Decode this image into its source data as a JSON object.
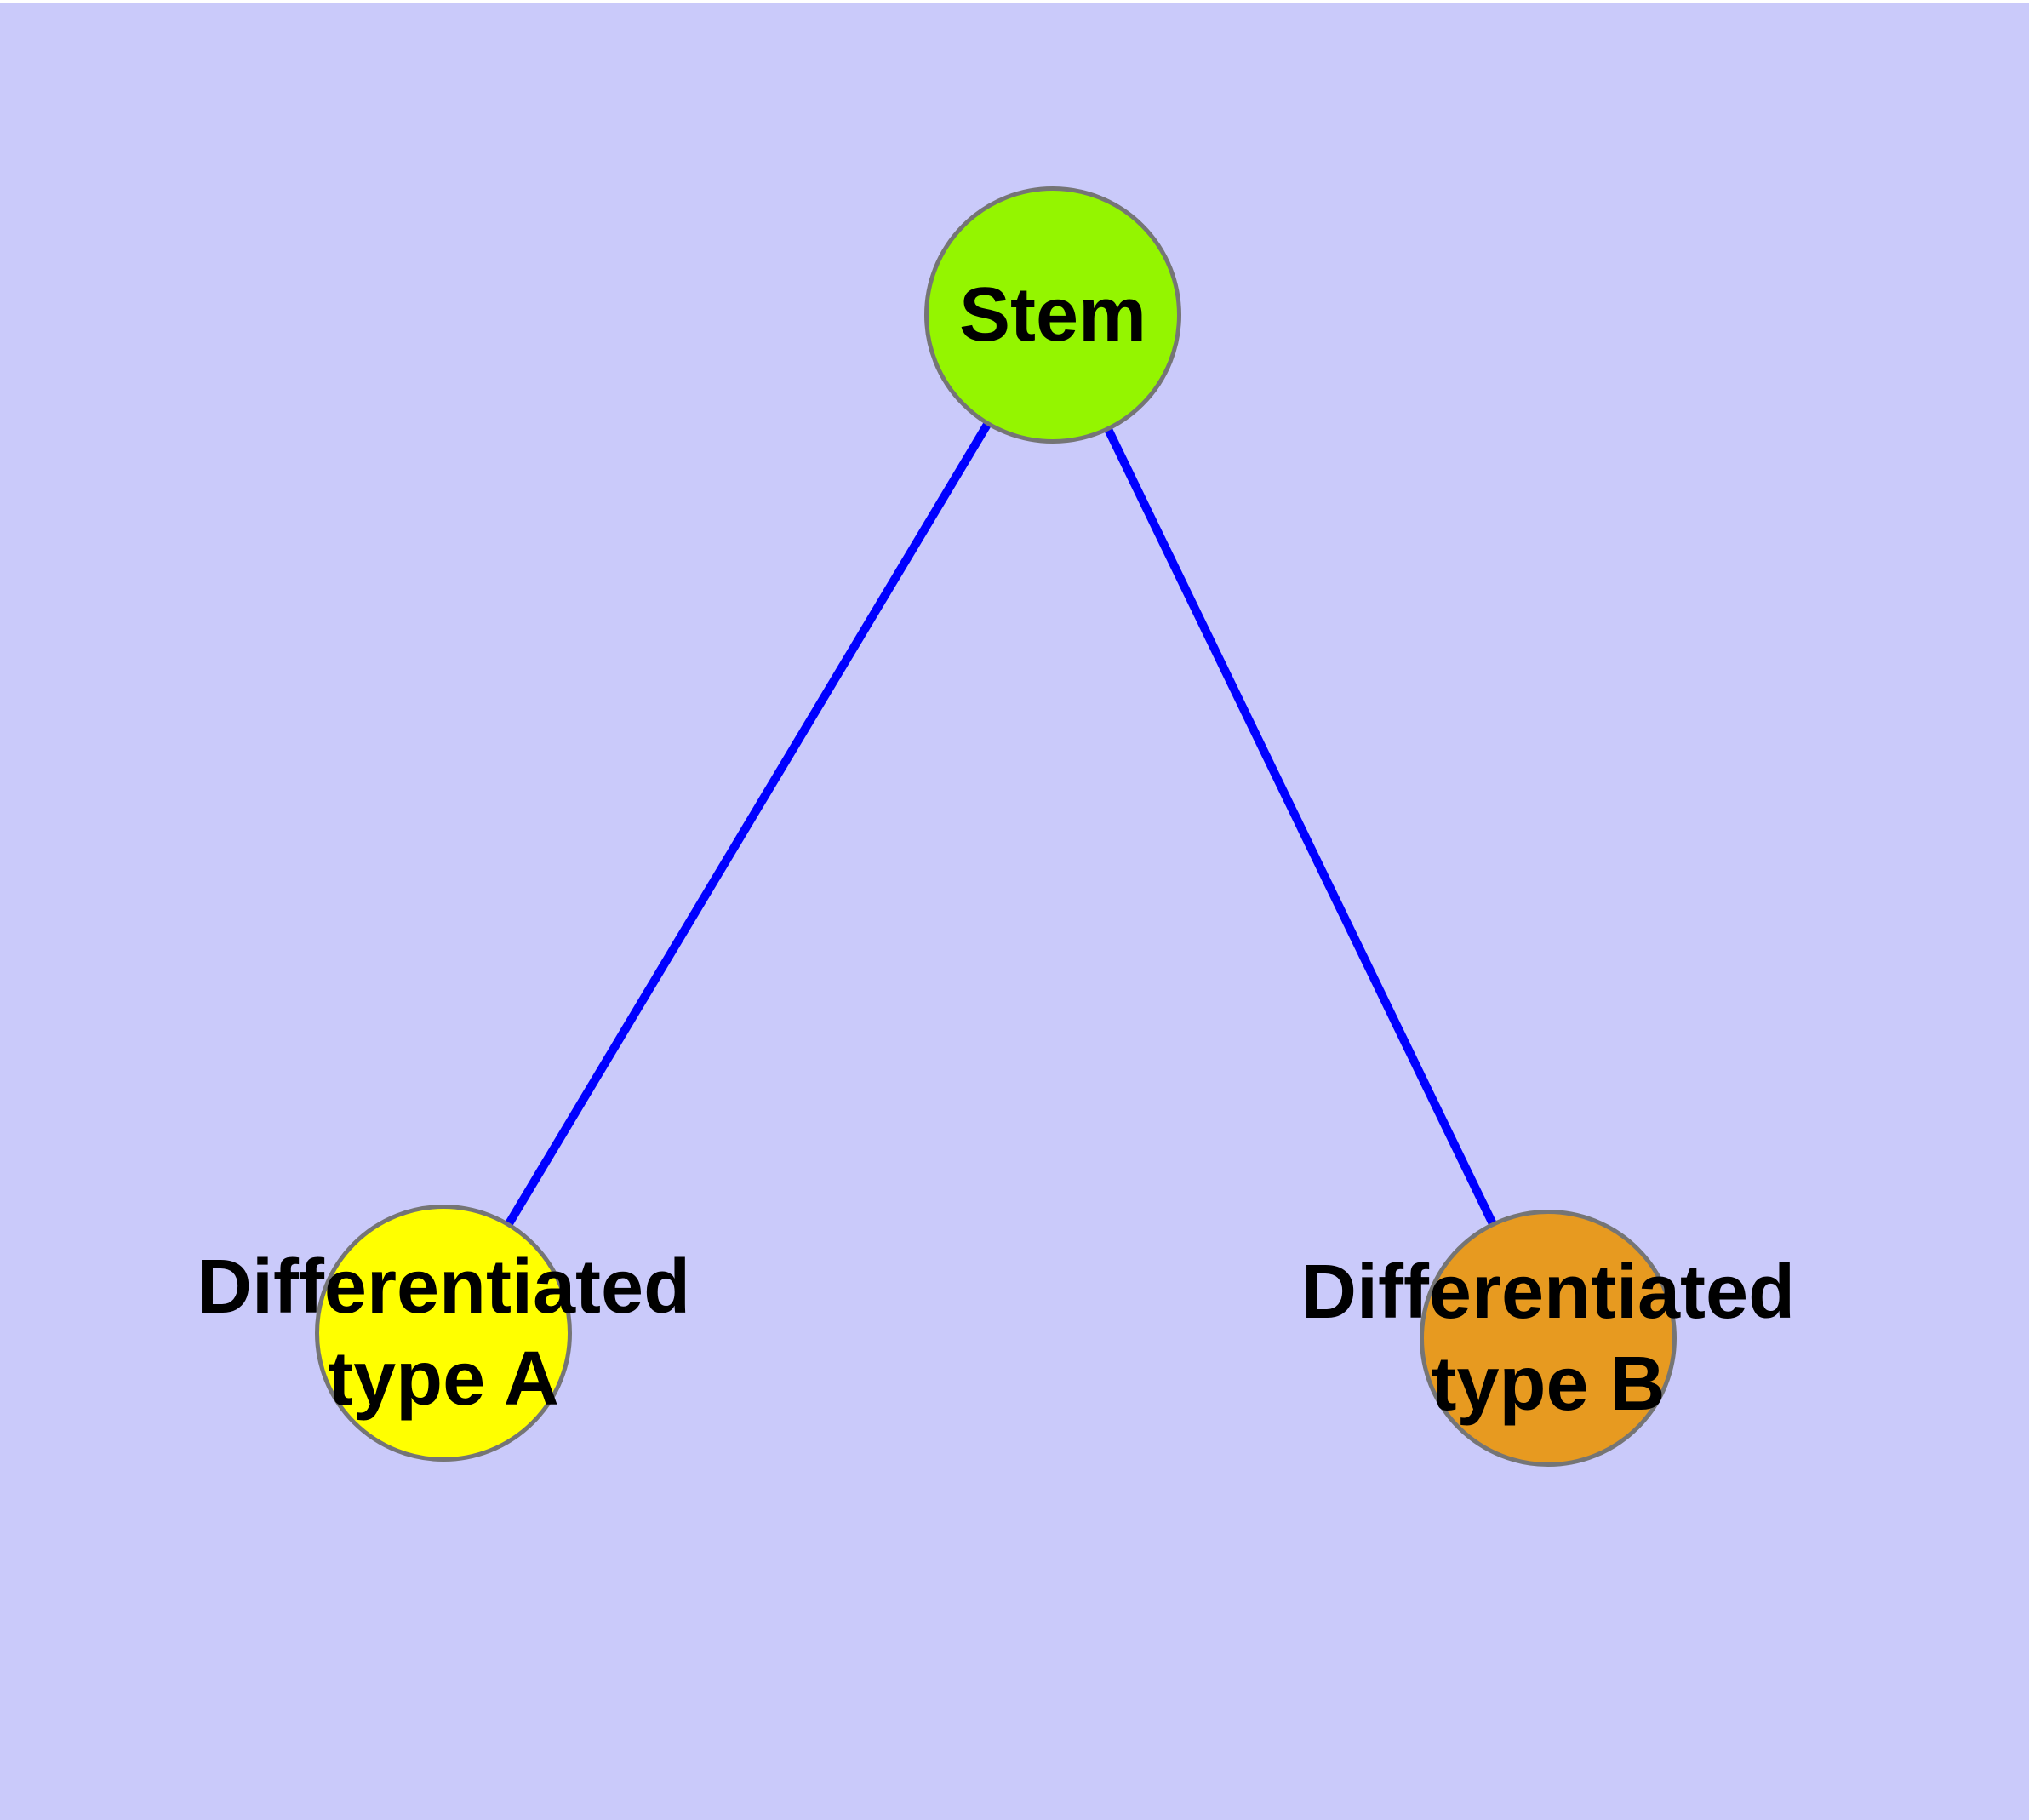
{
  "background_color": "#CACAFA",
  "top_strip_color": "#FFFFFF",
  "graph": {
    "text_color": "#000000",
    "node_border_color": "#757575",
    "nodes": [
      {
        "id": "stem",
        "label": "Stem",
        "fill": "#94F500",
        "border": "#757575"
      },
      {
        "id": "type-a",
        "label": "Differentiated\ntype A",
        "fill": "#FFFF00",
        "border": "#757575"
      },
      {
        "id": "type-b",
        "label": "Differentiated\ntype B",
        "fill": "#E79A20",
        "border": "#757575"
      }
    ],
    "edges": [
      {
        "from": "stem",
        "to": "type-a",
        "color": "#0000FF"
      },
      {
        "from": "stem",
        "to": "type-b",
        "color": "#0000FF"
      }
    ]
  }
}
